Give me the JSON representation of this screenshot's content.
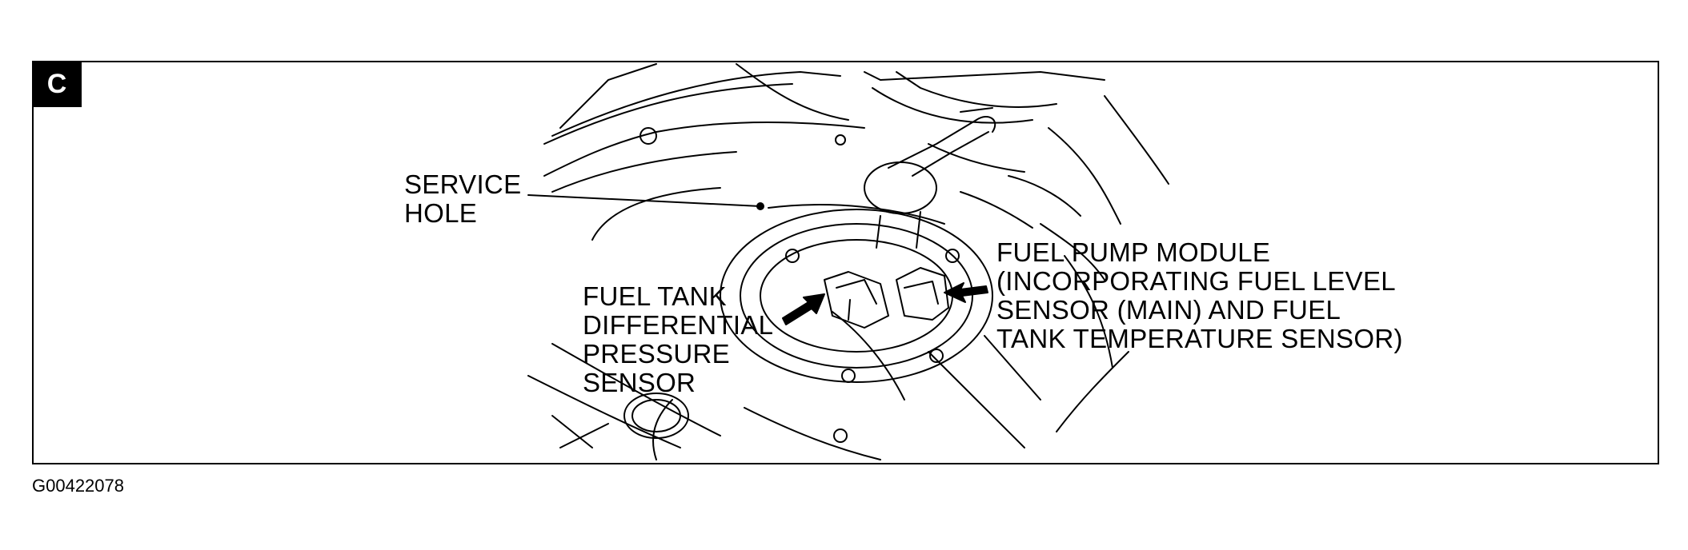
{
  "panel_letter": "C",
  "figure_id": "G00422078",
  "labels": {
    "service_hole": [
      "SERVICE",
      "HOLE"
    ],
    "differential_pressure_sensor": [
      "FUEL TANK",
      "DIFFERENTIAL",
      "PRESSURE",
      "SENSOR"
    ],
    "fuel_pump_module": [
      "FUEL PUMP MODULE",
      "(INCORPORATING FUEL LEVEL",
      "SENSOR (MAIN) AND FUEL",
      "TANK TEMPERATURE SENSOR)"
    ]
  }
}
